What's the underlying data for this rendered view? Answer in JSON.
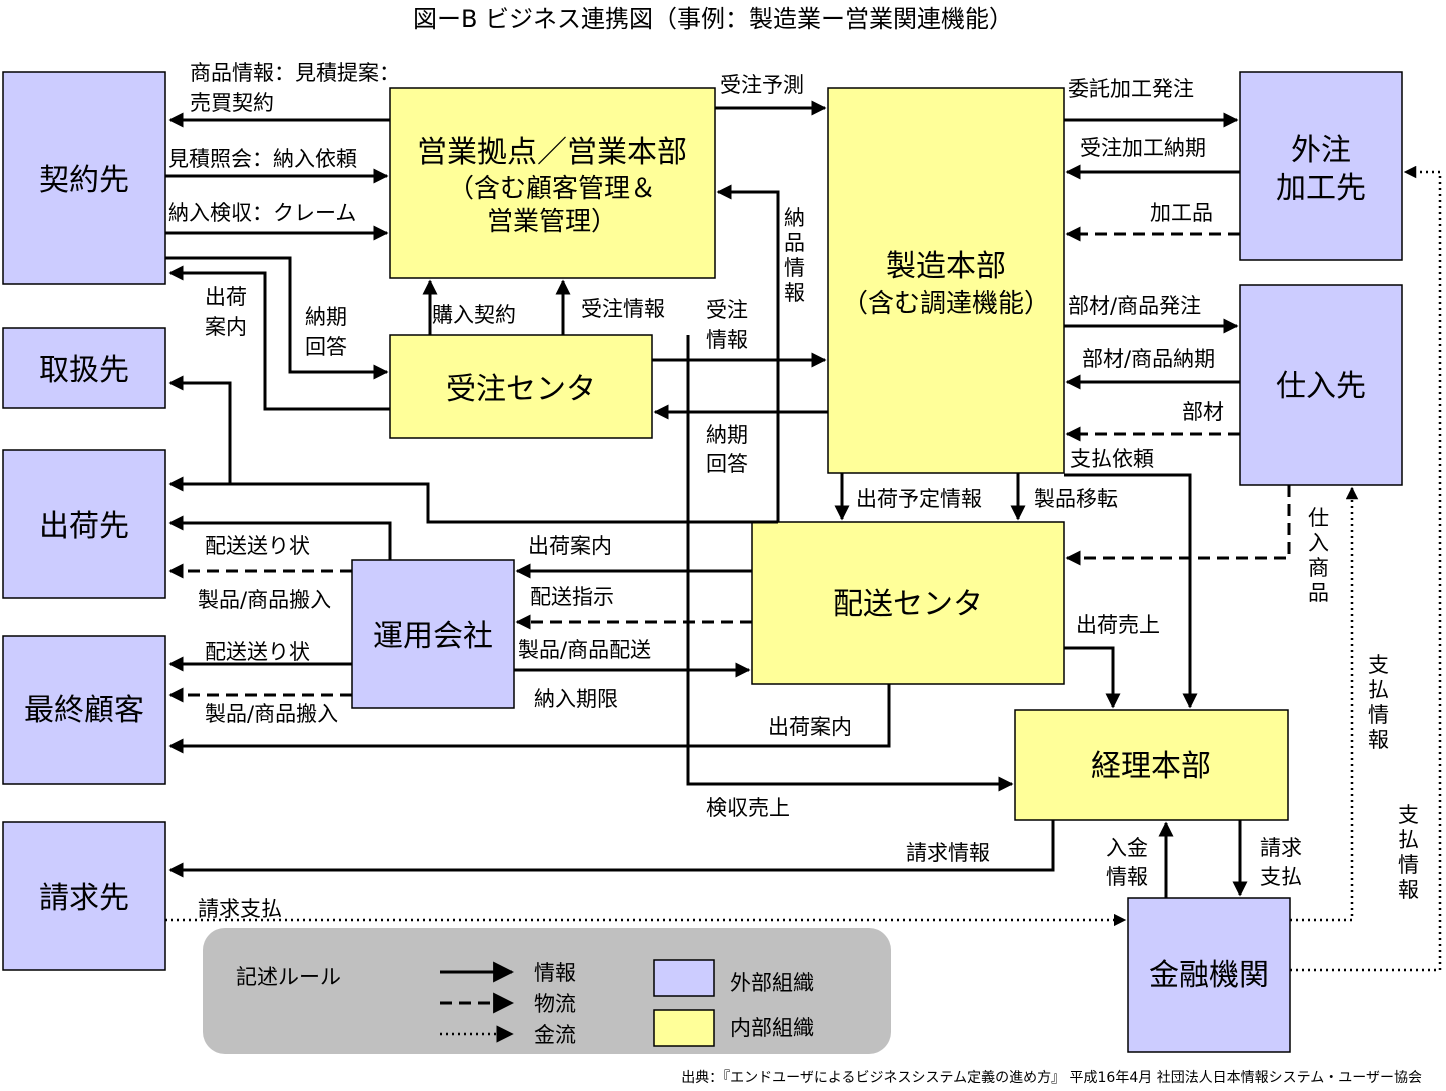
{
  "title": "図ーB  ビジネス連携図（事例：製造業ー営業関連機能）",
  "source": "出典：『エンドユーザによるビジネスシステム定義の進め方』 平成16年4月  社団法人日本情報システム・ユーザー協会",
  "boxes": {
    "keiyakusaki": "契約先",
    "toriatsukaisaki": "取扱先",
    "shukkasaki": "出荷先",
    "saishu_kokyaku": "最終顧客",
    "seikyusaki": "請求先",
    "eigyo_line1": "営業拠点／営業本部",
    "eigyo_line2": "（含む顧客管理＆",
    "eigyo_line3": "営業管理）",
    "juchu_center": "受注センタ",
    "seizo_line1": "製造本部",
    "seizo_line2": "（含む調達機能）",
    "gaichu_line1": "外注",
    "gaichu_line2": "加工先",
    "shiiresaki": "仕入先",
    "unyo_kaisha": "運用会社",
    "haiso_center": "配送センタ",
    "keiri_honbu": "経理本部",
    "kinyu_kikan": "金融機関"
  },
  "labels": {
    "shohin_joho_1": "商品情報：見積提案：",
    "shohin_joho_2": "売買契約",
    "mitsumori_shokai": "見積照会：納入依頼",
    "nyuka_kenshu": "納入検収：クレーム",
    "shukka_annai_1a": "出荷",
    "shukka_annai_1b": "案内",
    "noki_kaito_1a": "納期",
    "noki_kaito_1b": "回答",
    "konyu_keiyaku": "購入契約",
    "juchu_joho_1": "受注情報",
    "juchu_yosoku": "受注予測",
    "nohin_joho": [
      "納",
      "品",
      "情",
      "報"
    ],
    "juchu_joho_2a": "受注",
    "juchu_joho_2b": "情報",
    "noki_kaito_2a": "納期",
    "noki_kaito_2b": "回答",
    "itaku_kako_hatchu": "委託加工発注",
    "juchu_kako_noki": "受注加工納期",
    "kakohin": "加工品",
    "buzai_hatchu": "部材/商品発注",
    "buzai_noki": "部材/商品納期",
    "buzai": "部材",
    "shiharai_irai": "支払依頼",
    "shiire_shohin": [
      "仕",
      "入",
      "商",
      "品"
    ],
    "shukka_yotei_joho": "出荷予定情報",
    "seihin_iten": "製品移転",
    "haiso_okurijo_1": "配送送り状",
    "seihin_hannyu_1": "製品/商品搬入",
    "shukka_annai_2": "出荷案内",
    "haiso_shiji": "配送指示",
    "seihin_haiso": "製品/商品配送",
    "nonyu_kigen": "納入期限",
    "haiso_okurijo_2": "配送送り状",
    "seihin_hannyu_2": "製品/商品搬入",
    "shukka_annai_3": "出荷案内",
    "shukka_uriage": "出荷売上",
    "kenshu_uriage": "検収売上",
    "seikyu_joho": "請求情報",
    "nyukin_joho_a": "入金",
    "nyukin_joho_b": "情報",
    "seikyu_shiharai_a": "請求",
    "seikyu_shiharai_b": "支払",
    "seikyu_shiharai_main": "請求支払",
    "shiharai_joho_1": [
      "支",
      "払",
      "情",
      "報"
    ],
    "shiharai_joho_2": [
      "支",
      "払",
      "情",
      "報"
    ]
  },
  "legend": {
    "title": "記述ルール",
    "solid": "情報",
    "dashed": "物流",
    "dotted": "金流",
    "external": "外部組織",
    "internal": "内部組織"
  },
  "colors": {
    "external": "#ccccff",
    "internal": "#ffff99",
    "legend_bg": "#c0c0c0"
  }
}
